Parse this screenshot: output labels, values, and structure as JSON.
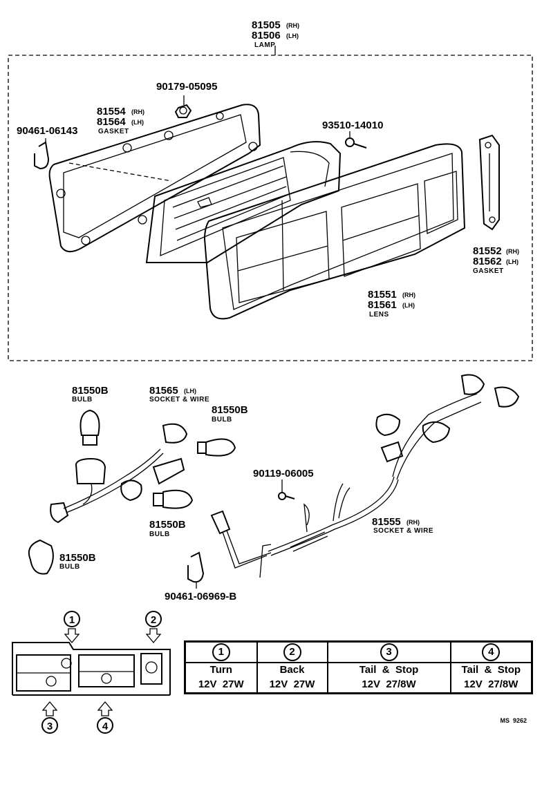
{
  "lamp": {
    "number_rh": "81505",
    "suffix_rh": "(RH)",
    "number_lh": "81506",
    "suffix_lh": "(LH)",
    "name": "LAMP"
  },
  "nut_left": {
    "number": "90179-05095"
  },
  "gasket_front": {
    "number_rh": "81554",
    "suffix_rh": "(RH)",
    "number_lh": "81564",
    "suffix_lh": "(LH)",
    "name": "GASKET"
  },
  "clip_top": {
    "number": "90461-06143"
  },
  "screw_top": {
    "number": "93510-14010"
  },
  "gasket_side": {
    "number_rh": "81552",
    "suffix_rh": "(RH)",
    "number_lh": "81562",
    "suffix_lh": "(LH)",
    "name": "GASKET"
  },
  "lens": {
    "number_rh": "81551",
    "suffix_rh": "(RH)",
    "number_lh": "81561",
    "suffix_lh": "(LH)",
    "name": "LENS"
  },
  "bulb_a": {
    "number": "81550B",
    "name": "BULB"
  },
  "socket_lh": {
    "number": "81565",
    "suffix": "(LH)",
    "name": "SOCKET & WIRE"
  },
  "bulb_b": {
    "number": "81550B",
    "name": "BULB"
  },
  "bulb_c": {
    "number": "81550B",
    "name": "BULB"
  },
  "bulb_d": {
    "number": "81550B",
    "name": "BULB"
  },
  "screw_mid": {
    "number": "90119-06005"
  },
  "socket_rh": {
    "number": "81555",
    "suffix": "(RH)",
    "name": "SOCKET & WIRE"
  },
  "clip_bottom": {
    "number": "90461-06969-B"
  },
  "position_markers": [
    "1",
    "2",
    "3",
    "4"
  ],
  "spec_table": {
    "columns": [
      {
        "marker": "1",
        "function": "Turn",
        "rating": "12V  27W"
      },
      {
        "marker": "2",
        "function": "Back",
        "rating": "12V  27W"
      },
      {
        "marker": "3",
        "function": "Tail  &  Stop",
        "rating": "12V  27/8W"
      },
      {
        "marker": "4",
        "function": "Tail  &  Stop",
        "rating": "12V  27/8W"
      }
    ]
  },
  "drawing_code": "MS  9262"
}
